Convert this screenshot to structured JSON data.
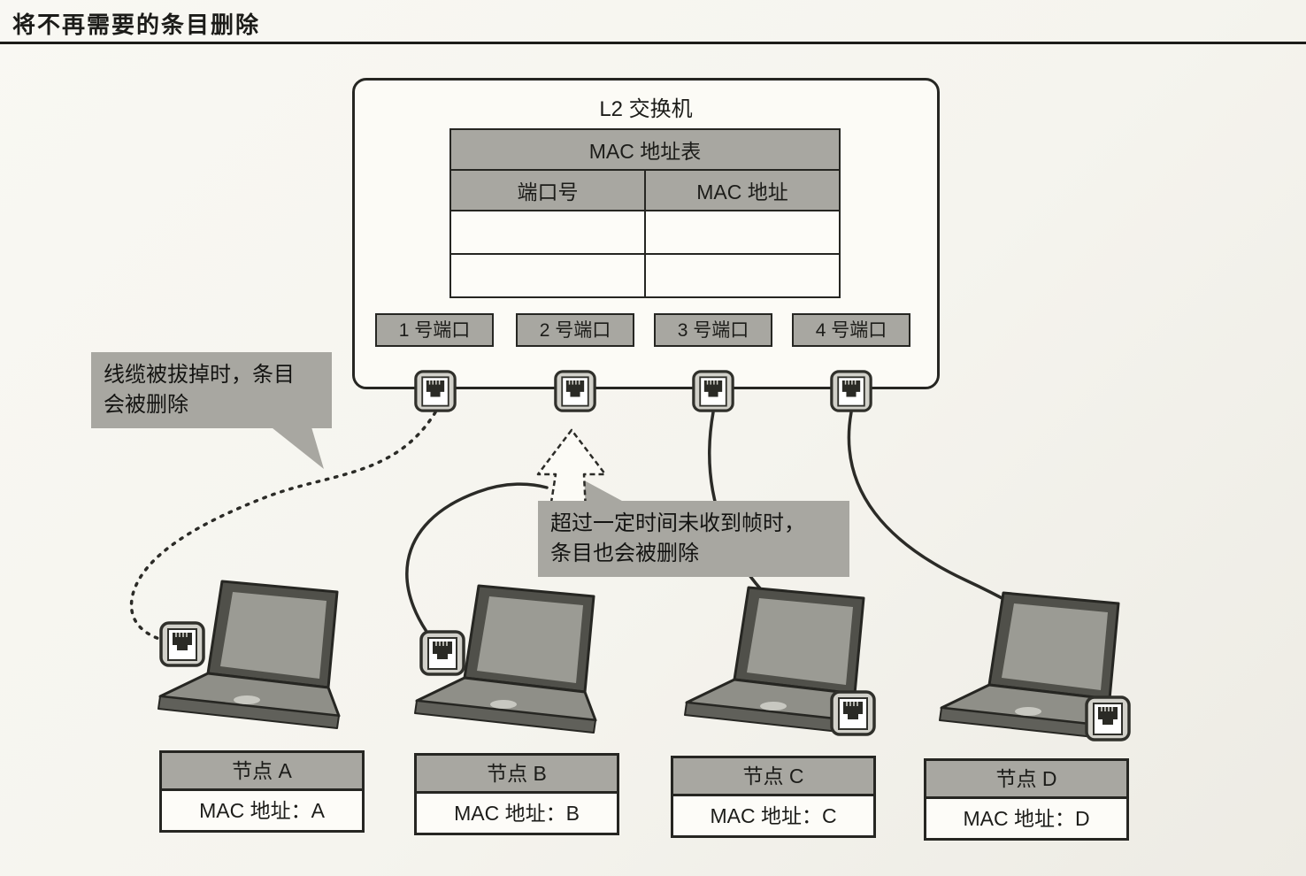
{
  "page": {
    "title": "将不再需要的条目删除"
  },
  "switch": {
    "label": "L2 交换机",
    "table": {
      "title": "MAC 地址表",
      "columns": [
        "端口号",
        "MAC 地址"
      ],
      "rows": [
        [
          "",
          ""
        ],
        [
          "",
          ""
        ]
      ]
    },
    "ports": [
      {
        "label": "1 号端口"
      },
      {
        "label": "2 号端口"
      },
      {
        "label": "3 号端口"
      },
      {
        "label": "4 号端口"
      }
    ]
  },
  "callouts": {
    "unplug": {
      "line1": "线缆被拔掉时，条目",
      "line2": "会被删除"
    },
    "timeout": {
      "line1": "超过一定时间未收到帧时，",
      "line2": "条目也会被删除"
    }
  },
  "nodes": [
    {
      "name": "节点 A",
      "mac": "MAC 地址：A"
    },
    {
      "name": "节点 B",
      "mac": "MAC 地址：B"
    },
    {
      "name": "节点 C",
      "mac": "MAC 地址：C"
    },
    {
      "name": "节点 D",
      "mac": "MAC 地址：D"
    }
  ],
  "icons": {
    "rj45": "rj45-connector-icon",
    "delete_arrow": "delete-entry-arrow-icon"
  },
  "colors": {
    "fill_gray": "#a8a7a1",
    "line": "#2b2b27",
    "background": "#f6f5ef"
  }
}
